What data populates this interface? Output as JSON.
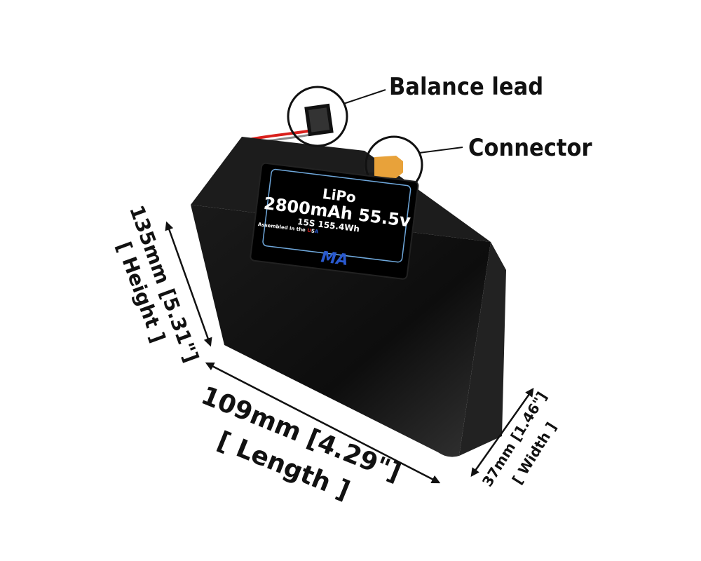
{
  "callouts": {
    "balance_lead": "Balance lead",
    "connector": "Connector"
  },
  "label": {
    "chemistry": "LiPo",
    "capacity_voltage": "2800mAh 55.5v",
    "config_energy": "15S 155.4Wh",
    "assembled": "Assembled in the",
    "country_u": "U",
    "country_s": "S",
    "country_a": "A",
    "logo": "MA"
  },
  "dimensions": {
    "height": "135mm [5.31\"]",
    "height_label": "[ Height ]",
    "length": "109mm [4.29\"]",
    "length_label": "[ Length ]",
    "width": "37mm [1.46\"]",
    "width_label": "[ Width ]"
  },
  "colors": {
    "battery": "#111111",
    "label_border": "#6fa8dc",
    "connector": "#e8a23a",
    "wire_red": "#d9201c",
    "usa_red": "#d32020",
    "usa_blue": "#2a5ad0"
  }
}
